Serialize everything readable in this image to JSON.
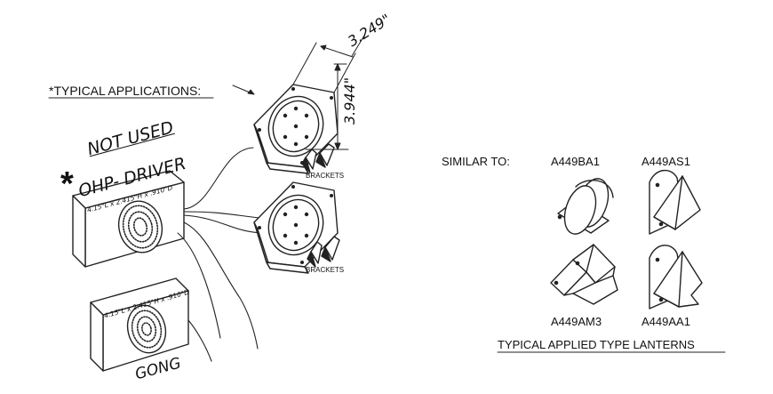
{
  "left": {
    "typical_applications": "*TYPICAL APPLICATIONS:",
    "asterisk": "*",
    "not_used": "NOT USED",
    "ohp_driver": "OHP- DRIVER",
    "box_dims_top": "4.15\"L x 2.415\"H x .910\"D",
    "box_dims_bottom": "4.15\"L x 2.415\"H x .910\"D",
    "gong": "GONG"
  },
  "center": {
    "dim_width": "3.249\"",
    "dim_height": "3.944\"",
    "brackets_top": "BRACKETS",
    "brackets_bottom": "BRACKETS"
  },
  "right": {
    "similar_to": "SIMILAR TO:",
    "lanterns": [
      "A449BA1",
      "A449AS1",
      "A449AM3",
      "A449AA1"
    ],
    "footer": "TYPICAL APPLIED TYPE LANTERNS"
  }
}
